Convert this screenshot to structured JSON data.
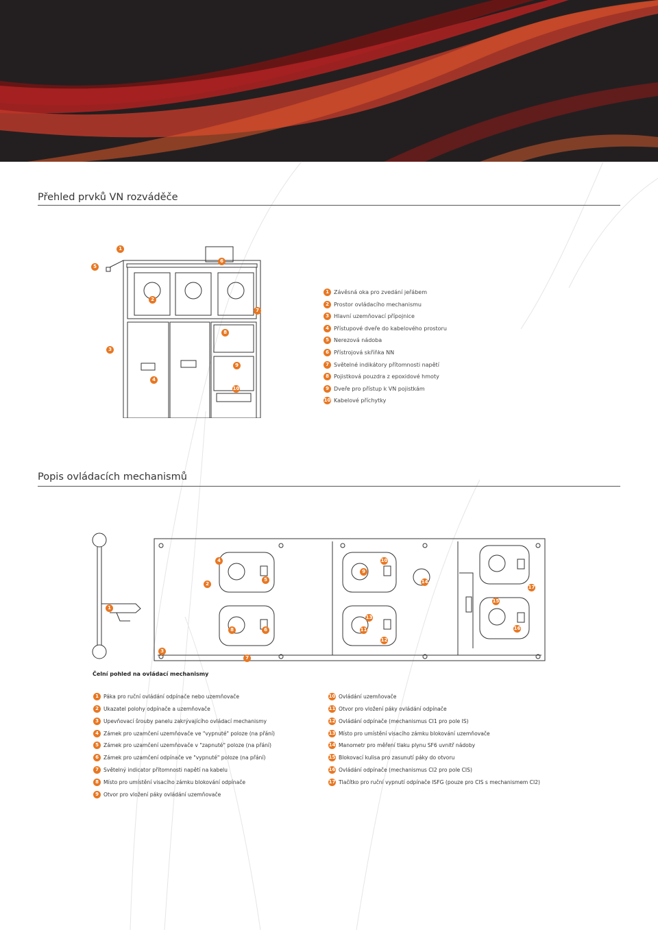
{
  "section1": {
    "title": "Přehled prvků VN rozváděče",
    "legend": [
      {
        "num": "1",
        "text": "Závěsná oka pro zvedání jeřábem"
      },
      {
        "num": "2",
        "text": "Prostor ovládacího mechanismu"
      },
      {
        "num": "3",
        "text": "Hlavní uzemňovací přípojnice"
      },
      {
        "num": "4",
        "text": "Přístupové dveře do kabelového prostoru"
      },
      {
        "num": "5",
        "text": "Nerezová nádoba"
      },
      {
        "num": "6",
        "text": "Přístrojová skříňka NN"
      },
      {
        "num": "7",
        "text": "Světelné indikátory přítomnosti napětí"
      },
      {
        "num": "8",
        "text": "Pojistková pouzdra z epoxidové hmoty"
      },
      {
        "num": "9",
        "text": "Dveře pro přístup k VN pojistkám"
      },
      {
        "num": "10",
        "text": "Kabelové příchytky"
      }
    ],
    "callouts": [
      "1",
      "2",
      "3",
      "4",
      "5",
      "6",
      "7",
      "8",
      "9",
      "10"
    ]
  },
  "section2": {
    "title": "Popis ovládacích mechanismů",
    "caption": "Čelní pohled na ovládací mechanismy",
    "callouts": [
      "1",
      "2",
      "3",
      "4",
      "5",
      "6",
      "7",
      "8",
      "9",
      "10",
      "11",
      "12",
      "13",
      "14",
      "15",
      "16",
      "17"
    ],
    "legend_left": [
      {
        "num": "1",
        "text": "Páka pro ruční ovládání odpínače nebo uzemňovače"
      },
      {
        "num": "2",
        "text": "Ukazatel polohy odpínače a uzemňovače"
      },
      {
        "num": "3",
        "text": "Upevňovací šrouby panelu zakrývajícího ovládací mechanismy"
      },
      {
        "num": "4",
        "text": "Zámek pro uzamčení uzemňovače ve \"vypnuté\" poloze (na přání)"
      },
      {
        "num": "5",
        "text": "Zámek pro uzamčení uzemňovače v \"zapnuté\" poloze (na přání)"
      },
      {
        "num": "6",
        "text": "Zámek pro uzamčení odpínače ve \"vypnuté\" poloze (na přání)"
      },
      {
        "num": "7",
        "text": "Světelný indicator přítomnosti napětí na kabelu"
      },
      {
        "num": "8",
        "text": "Místo pro umístění visacího zámku blokování odpínače"
      },
      {
        "num": "9",
        "text": "Otvor pro vložení páky ovládání uzemňovače"
      }
    ],
    "legend_right": [
      {
        "num": "10",
        "text": "Ovládání uzemňovače"
      },
      {
        "num": "11",
        "text": "Otvor pro vložení páky ovládání odpínače"
      },
      {
        "num": "12",
        "text": "Ovládání odpínače (mechanismus CI1 pro pole IS)"
      },
      {
        "num": "13",
        "text": "Místo pro umístění visacího zámku blokování uzemňovače"
      },
      {
        "num": "14",
        "text": "Manometr pro měření tlaku plynu SF6 uvnitř nádoby"
      },
      {
        "num": "15",
        "text": "Blokovací kulisa pro zasunutí páky do otvoru"
      },
      {
        "num": "16",
        "text": "Ovládání odpínače (mechanismus CI2 pro pole CIS)"
      },
      {
        "num": "17",
        "text": "Tlačítko pro ruční vypnutí odpínače ISFG (pouze pro CIS s mechanismem CI2)"
      }
    ]
  },
  "colors": {
    "banner": "#231f20",
    "accent": "#e87722",
    "stripe_dark": "#9b1b1b",
    "stripe_red": "#c8281e"
  }
}
